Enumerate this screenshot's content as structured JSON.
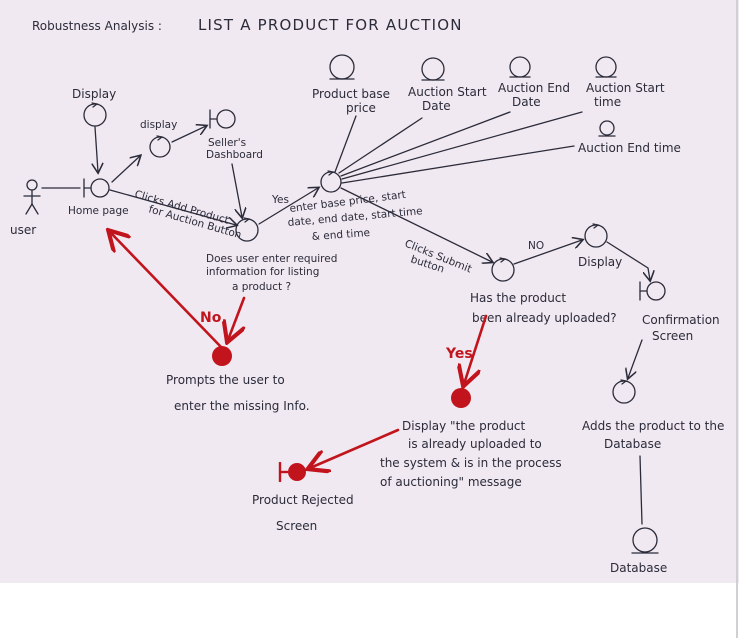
{
  "title": {
    "left": "Robustness Analysis :",
    "right": "LIST A PRODUCT FOR AUCTION"
  },
  "actor": {
    "label": "user"
  },
  "boundaries": {
    "home_page": "Home page",
    "sellers_dashboard": [
      "Seller's",
      "Dashboard"
    ],
    "confirmation": [
      "Confirmation",
      "Screen"
    ],
    "product_rejected": [
      "Product Rejected",
      "Screen"
    ]
  },
  "entities": {
    "product_base_price": [
      "Product base",
      "price"
    ],
    "auction_start_date": [
      "Auction Start",
      "Date"
    ],
    "auction_end_date": [
      "Auction End",
      "Date"
    ],
    "auction_start_time": [
      "Auction Start",
      "time"
    ],
    "auction_end_time": "Auction End time",
    "database": "Database"
  },
  "controls": {
    "display_top": "Display",
    "display_small": "display",
    "display_right": "Display",
    "enter_details": [
      "enter base price, start",
      "date, end date, start time",
      "& end time"
    ],
    "has_product_uploaded": [
      "Has the product",
      "been already uploaded?"
    ],
    "adds_product_to_db": [
      "Adds the product to the",
      "Database"
    ]
  },
  "edges": {
    "clicks_add_product": [
      "Clicks Add Product",
      "for Auction Button"
    ],
    "yes_to_enter": "Yes",
    "clicks_submit": [
      "Clicks Submit",
      "button"
    ],
    "no_to_display": "NO",
    "does_user_enter": [
      "Does user enter required",
      "information for listing",
      "a product ?"
    ],
    "no_red": "No",
    "yes_red": "Yes"
  },
  "red_notes": {
    "prompt_missing": [
      "Prompts the user to",
      "enter the missing Info."
    ],
    "display_already": [
      "Display \"the product",
      "is already uploaded to",
      "the system & is in the process",
      "of auctioning\" message"
    ]
  }
}
